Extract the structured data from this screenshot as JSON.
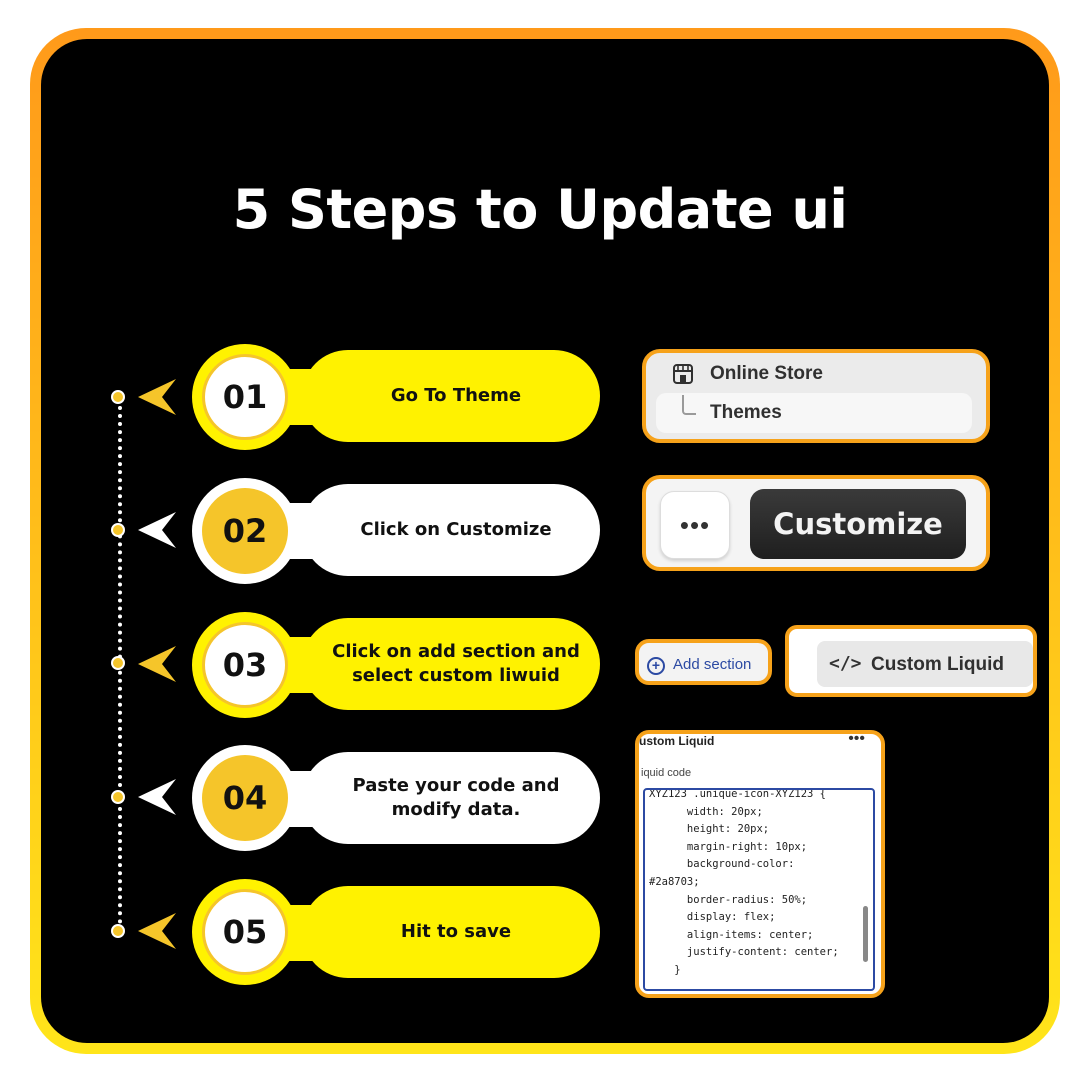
{
  "title": "5 Steps to Update ui",
  "colors": {
    "frame": "#ffc21a",
    "pill_yellow": "#fff200",
    "accent": "#f5c52a",
    "background": "#000000"
  },
  "steps": [
    {
      "number": "01",
      "label": "Go To Theme",
      "style": "yellow"
    },
    {
      "number": "02",
      "label": "Click on Customize",
      "style": "white"
    },
    {
      "number": "03",
      "label": "Click on add section and select custom liwuid",
      "style": "yellow"
    },
    {
      "number": "04",
      "label": "Paste your code and modify data.",
      "style": "white"
    },
    {
      "number": "05",
      "label": "Hit to save",
      "style": "yellow"
    }
  ],
  "screens": {
    "online_store": {
      "label": "Online Store",
      "sub_label": "Themes",
      "icon": "store-icon"
    },
    "customize": {
      "more_label": "•••",
      "button_label": "Customize"
    },
    "add_section": {
      "label": "Add section",
      "icon": "plus-circle-icon"
    },
    "custom_liquid": {
      "label": "Custom Liquid",
      "icon": "code-icon"
    },
    "editor": {
      "header": "ustom Liquid",
      "more": "•••",
      "field_label": "iquid code",
      "code": "XYZ123 .unique-icon-XYZ123 {\n      width: 20px;\n      height: 20px;\n      margin-right: 10px;\n      background-color:\n#2a8703;\n      border-radius: 50%;\n      display: flex;\n      align-items: center;\n      justify-content: center;\n    }"
    }
  }
}
